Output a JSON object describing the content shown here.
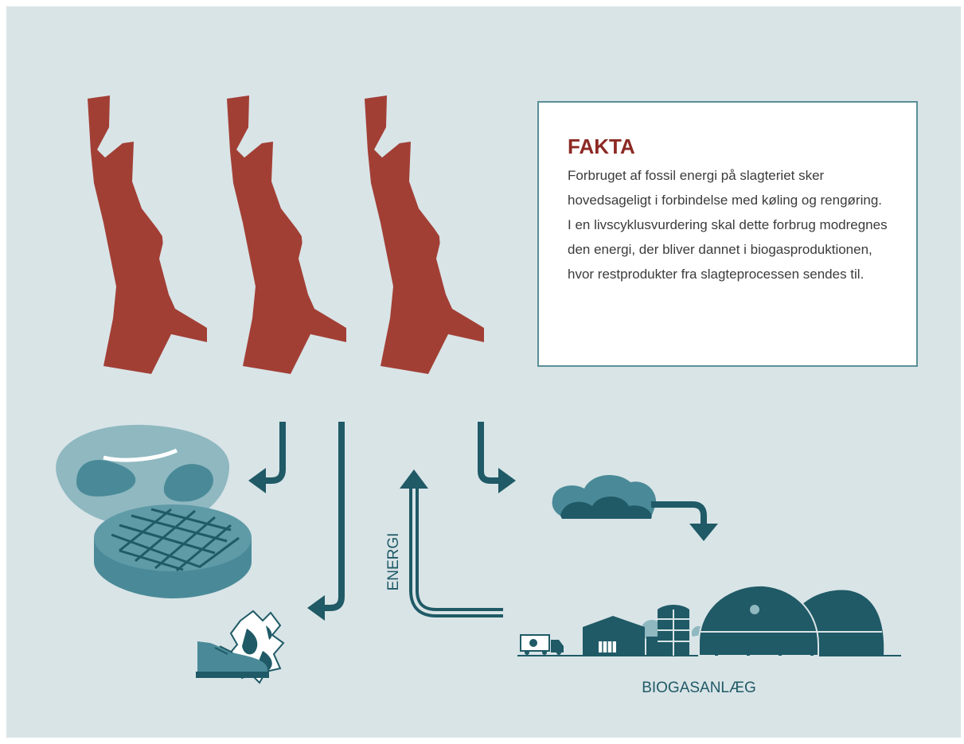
{
  "fact_box": {
    "title": "FAKTA",
    "body": "Forbruget af fossil energi på slagteriet sker hovedsageligt i forbindelse med køling og rengøring. I en livscyklusvurdering skal dette forbrug modregnes den energi, der bliver dannet i biogasproduktionen, hvor restprodukter fra slagteprocessen sendes til."
  },
  "labels": {
    "energy": "ENERGI",
    "biogas_plant": "BIOGASANLÆG"
  },
  "colors": {
    "background": "#d9e4e7",
    "carcass": "#a23f35",
    "teal_dark": "#1f5a66",
    "teal_mid": "#4a8a98",
    "teal_light": "#8fb8c0",
    "title_red": "#8c2a24"
  }
}
